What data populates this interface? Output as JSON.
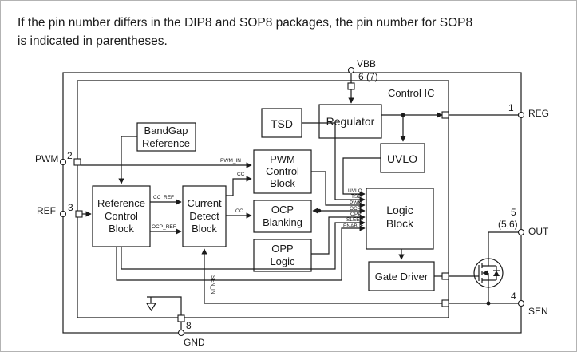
{
  "caption": {
    "line1": "If the pin number differs in the DIP8 and SOP8 packages, the pin number for SOP8",
    "line2": "is indicated in parentheses."
  },
  "pins": {
    "vbb": "VBB",
    "vbb_num": "6 (7)",
    "reg": "REG",
    "reg_num": "1",
    "out": "OUT",
    "out_num": "5",
    "out_num_sop": "(5,6)",
    "sen": "SEN",
    "sen_num": "4",
    "gnd": "GND",
    "gnd_num": "8",
    "pwm": "PWM",
    "pwm_num": "2",
    "ref": "REF",
    "ref_num": "3"
  },
  "ic_label": "Control IC",
  "blocks": {
    "bandgap": [
      "BandGap",
      "Reference"
    ],
    "tsd": "TSD",
    "regulator": "Regulator",
    "uvlo": "UVLO",
    "pwm_control": [
      "PWM",
      "Control",
      "Block"
    ],
    "reference_control": [
      "Reference",
      "Control",
      "Block"
    ],
    "current_detect": [
      "Current",
      "Detect",
      "Block"
    ],
    "ocp_blanking": [
      "OCP",
      "Blanking"
    ],
    "opp_logic": [
      "OPP",
      "Logic"
    ],
    "logic": [
      "Logic",
      "Block"
    ],
    "gate_driver": "Gate Driver"
  },
  "signals": {
    "pwm_in": "PWM_IN",
    "cc": "CC",
    "oc": "OC",
    "cc_ref": "CC_REF",
    "ocp_ref": "OCP_REF",
    "sen_in": "SEN_IN",
    "logic_inputs": [
      "UVLO",
      "TSD",
      "PWM",
      "OCP",
      "OPP",
      "SLEEP",
      "ENABLE"
    ]
  }
}
